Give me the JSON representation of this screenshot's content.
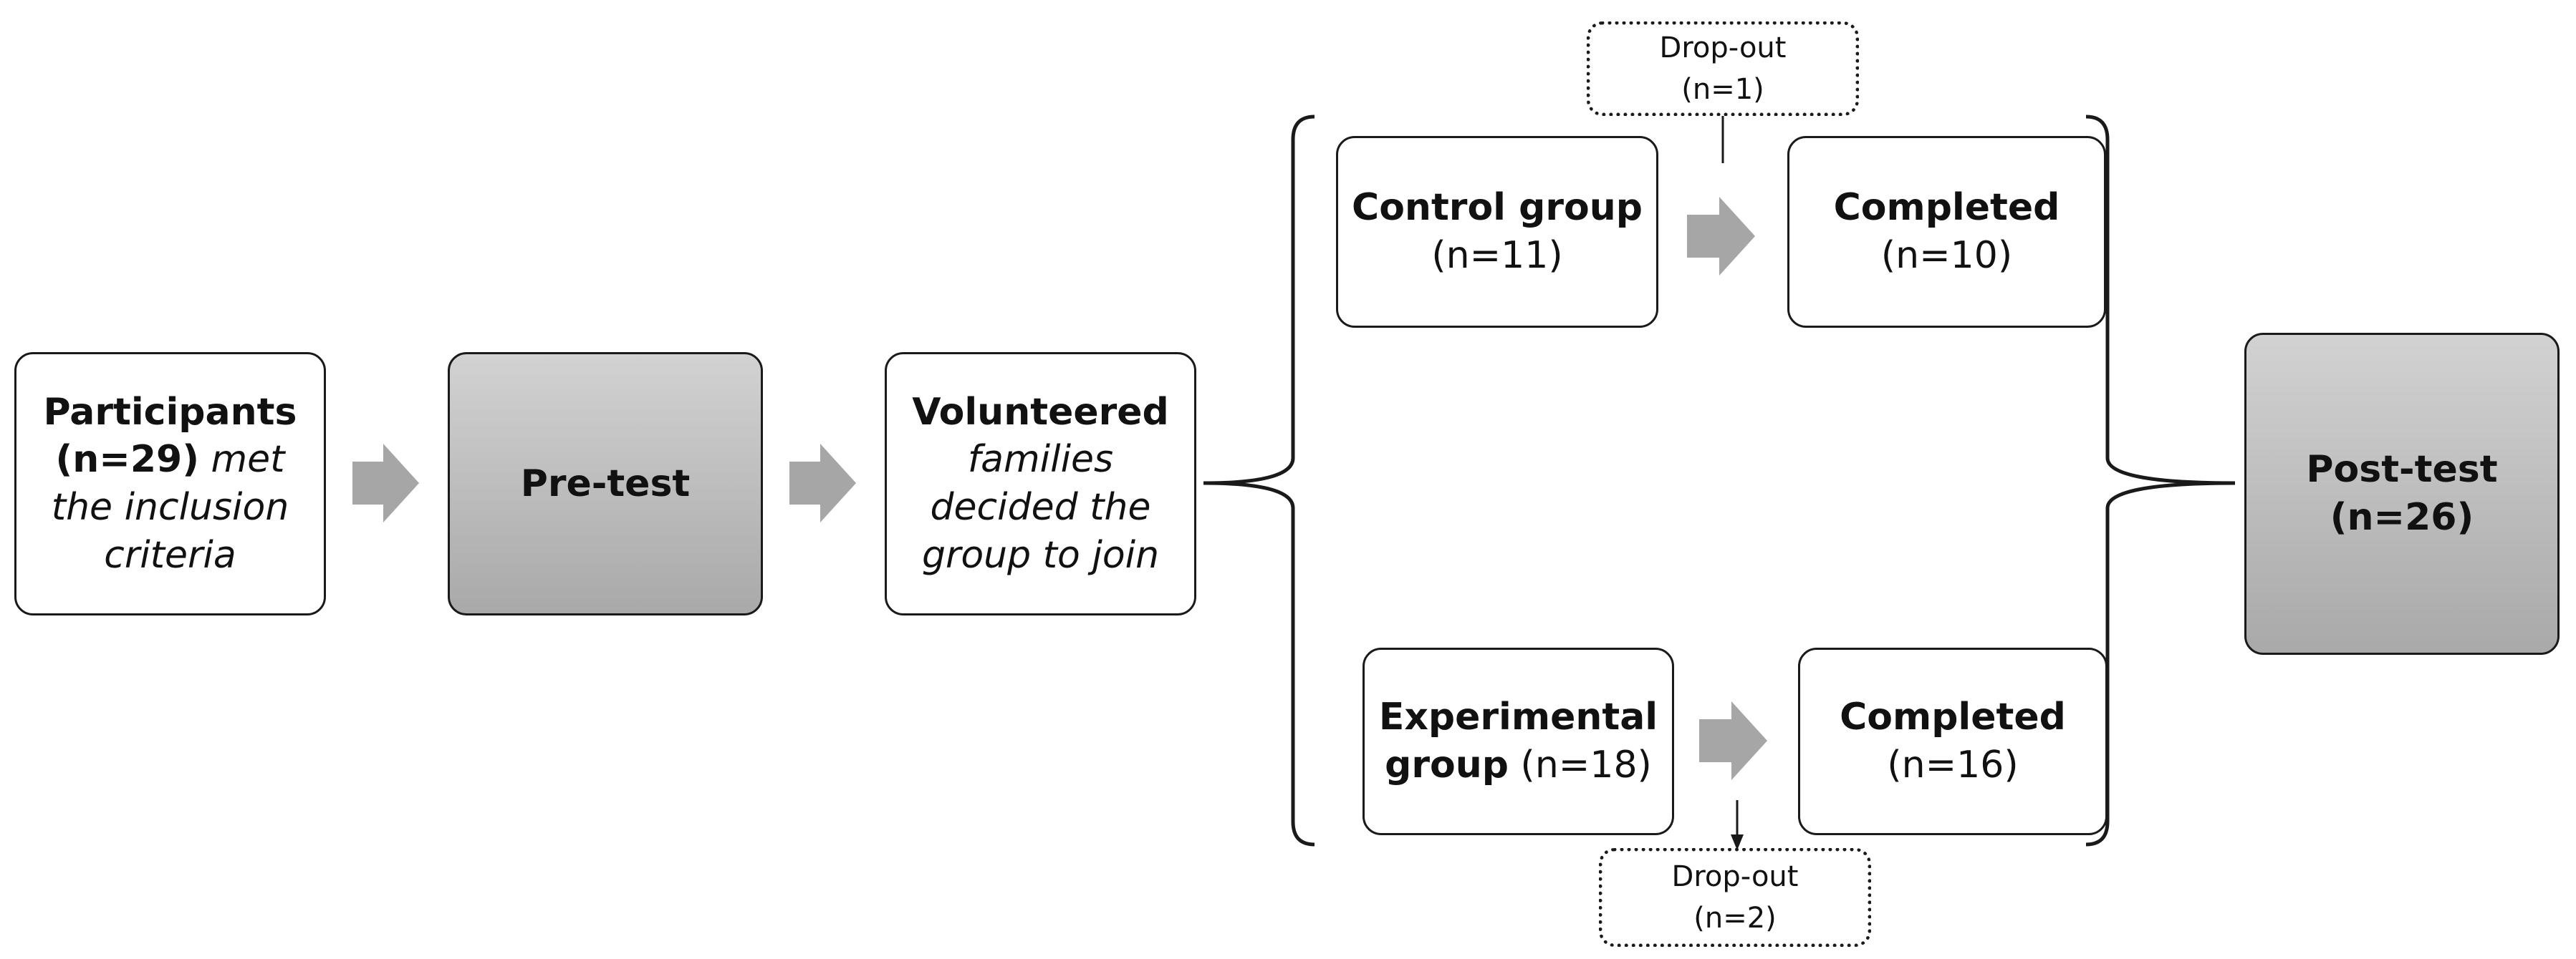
{
  "diagram": {
    "participants": {
      "label_bold": "Participants",
      "count_bold": "(n=29)",
      "desc_1": "met",
      "desc_2": "the inclusion",
      "desc_3": "criteria"
    },
    "pretest": {
      "label": "Pre-test"
    },
    "volunteered": {
      "label_bold": "Volunteered",
      "desc_1": "families",
      "desc_2": "decided the",
      "desc_3": "group to join"
    },
    "control_group": {
      "label": "Control group",
      "count": "(n=11)"
    },
    "control_completed": {
      "label": "Completed",
      "count": "(n=10)"
    },
    "control_dropout": {
      "label": "Drop-out",
      "count": "(n=1)"
    },
    "experimental_group": {
      "label_1": "Experimental",
      "label_2": "group",
      "count": "(n=18)"
    },
    "experimental_completed": {
      "label": "Completed",
      "count": "(n=16)"
    },
    "experimental_dropout": {
      "label": "Drop-out",
      "count": "(n=2)"
    },
    "posttest": {
      "label": "Post-test",
      "count": "(n=26)"
    },
    "colors": {
      "arrow": "#a6a6a6",
      "grey_box_top": "#d2d2d2",
      "grey_box_bottom": "#a9a9a9",
      "border": "#1a1a1a"
    }
  }
}
